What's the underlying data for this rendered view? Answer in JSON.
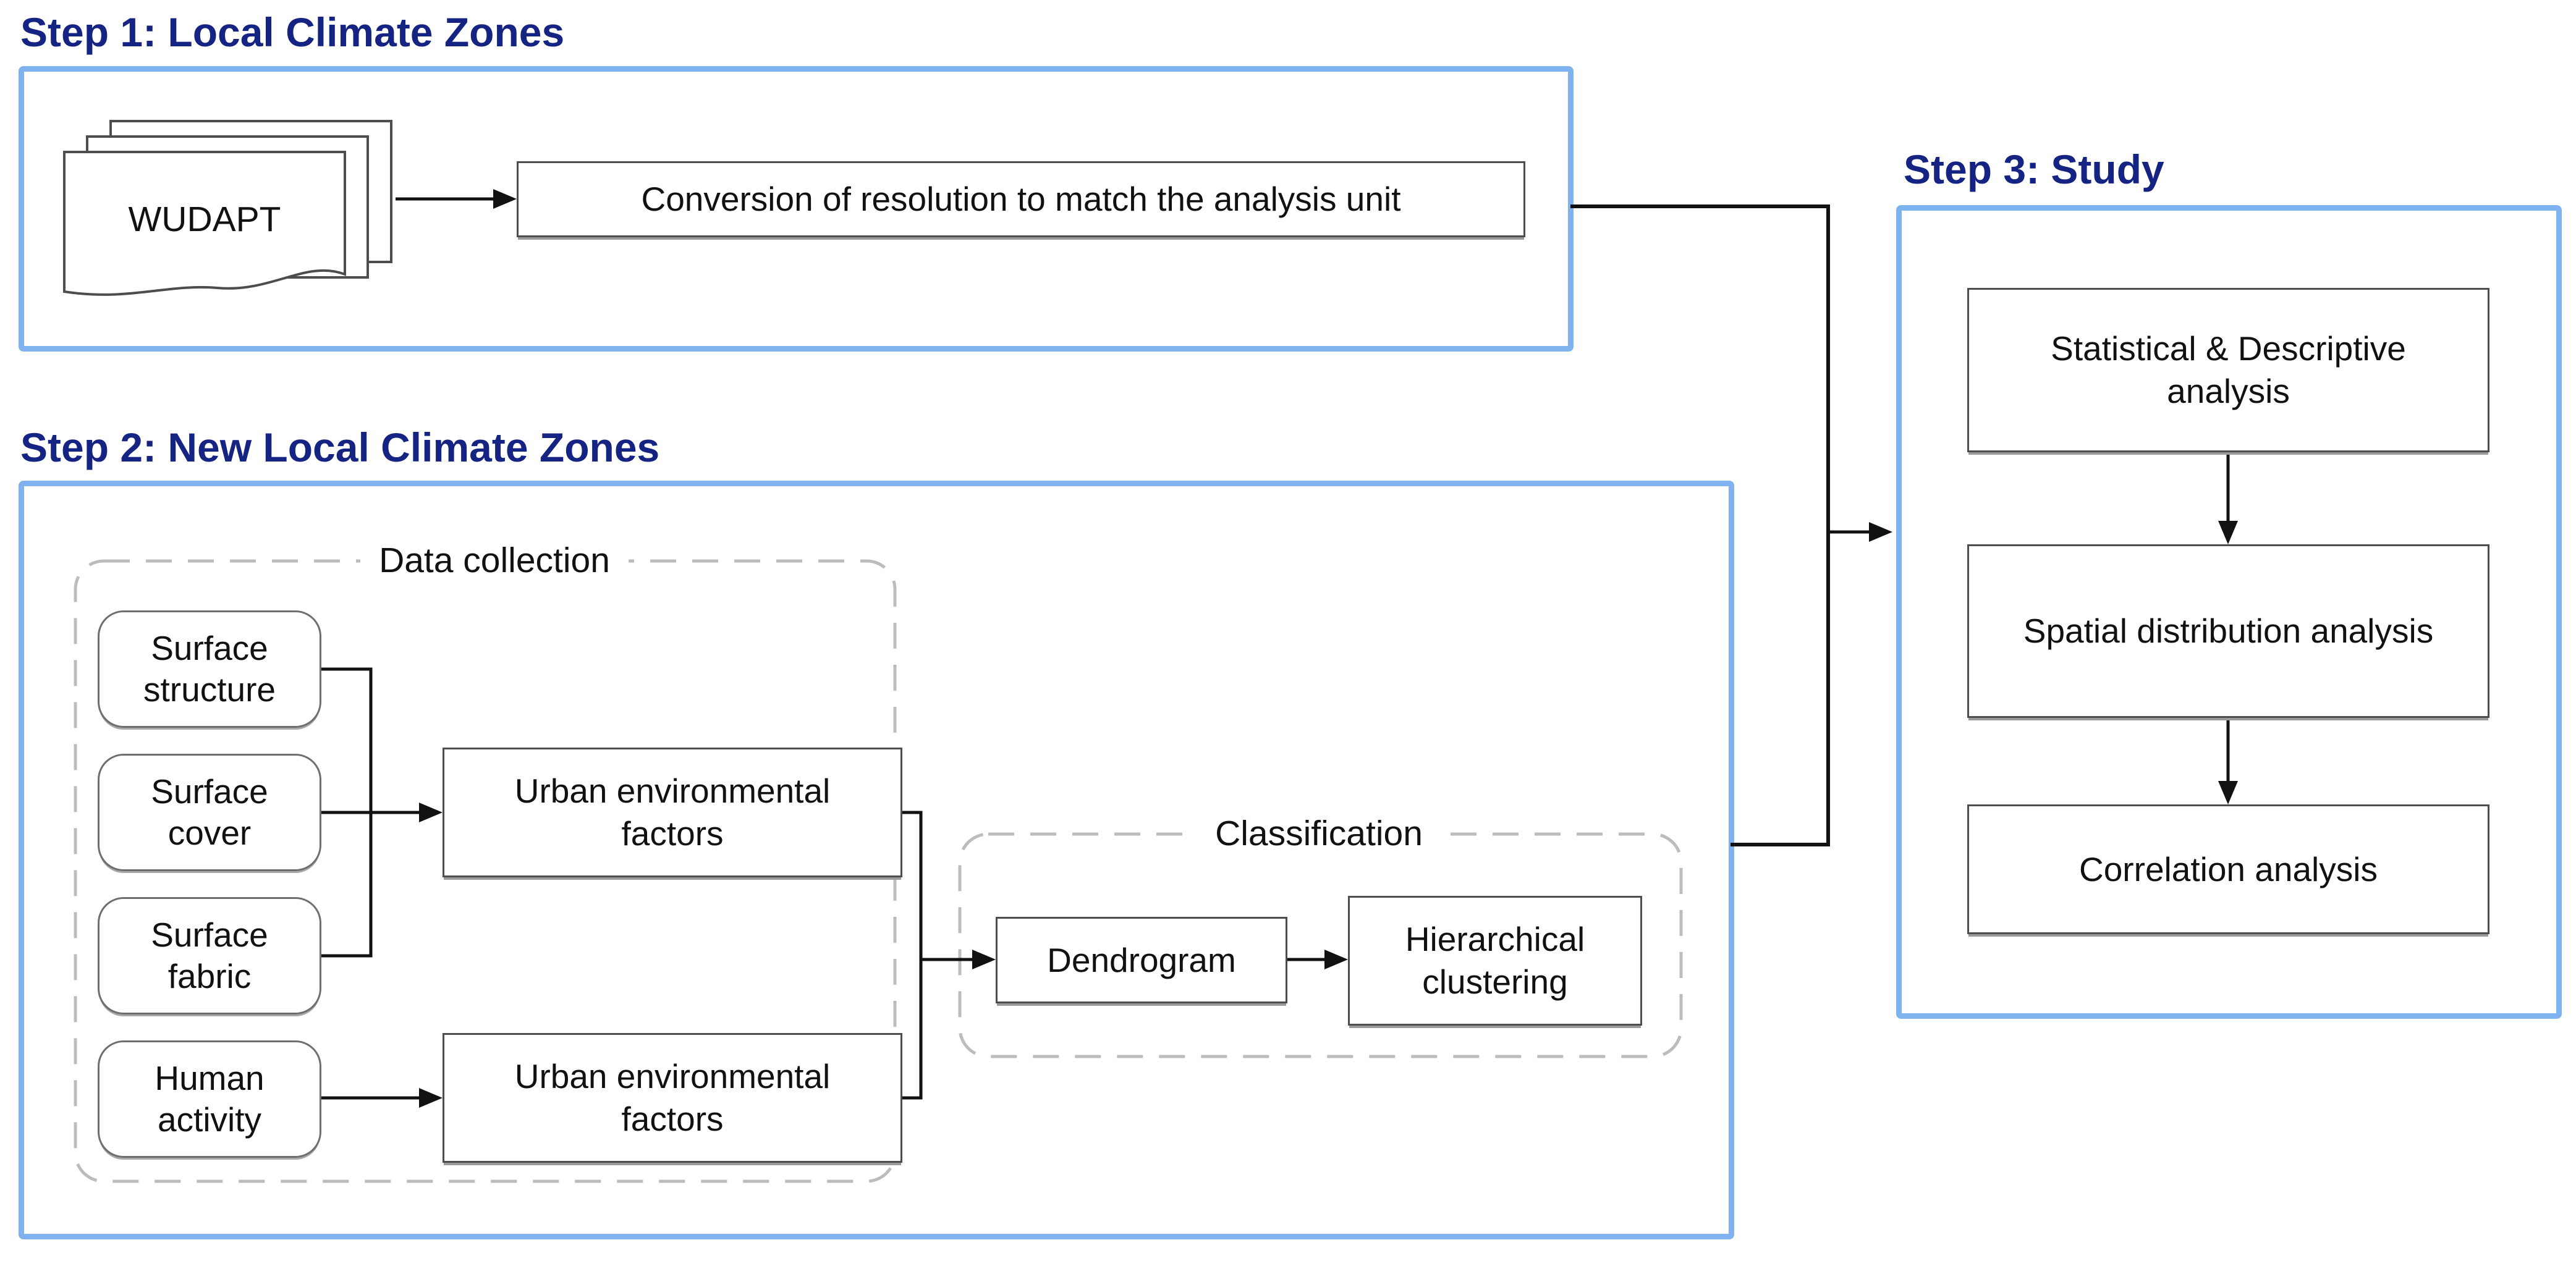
{
  "colors": {
    "step_frame_blue": "#7fb3ef",
    "title_navy": "#152383",
    "dashed_group_gray": "#bcbcbc",
    "box_border_gray": "#4d4d4d"
  },
  "step1": {
    "title": "Step 1: Local Climate Zones",
    "wudapt_label": "WUDAPT",
    "conversion_box": "Conversion of resolution to match the analysis unit"
  },
  "step2": {
    "title": "Step 2: New Local Climate Zones",
    "data_collection_label": "Data collection",
    "sources": [
      "Surface structure",
      "Surface cover",
      "Surface fabric",
      "Human activity"
    ],
    "factors_box_1": "Urban environmental factors",
    "factors_box_2": "Urban environmental factors",
    "classification_label": "Classification",
    "dendrogram_box": "Dendrogram",
    "clustering_box": "Hierarchical clustering"
  },
  "step3": {
    "title": "Step 3: Study",
    "boxes": [
      "Statistical & Descriptive analysis",
      "Spatial distribution analysis",
      "Correlation analysis"
    ]
  }
}
